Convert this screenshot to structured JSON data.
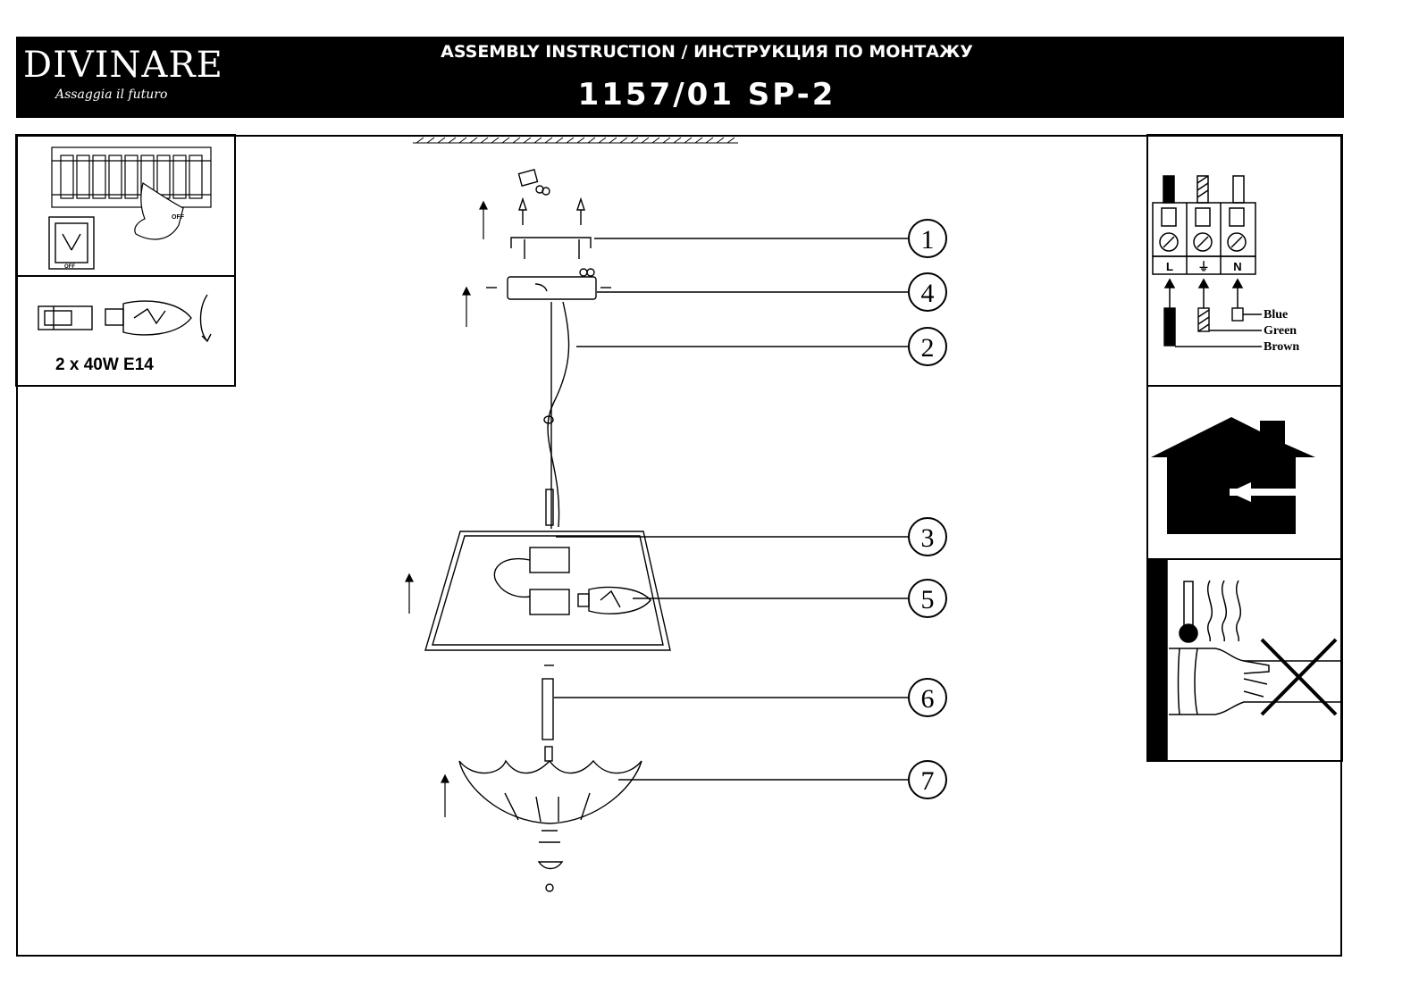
{
  "header": {
    "brand": "DIVINARE",
    "tagline": "Assaggia il futuro",
    "title": "ASSEMBLY INSTRUCTION / ИНСТРУКЦИЯ ПО МОНТАЖУ",
    "model": "1157/01 SP-2"
  },
  "left_panel": {
    "power_off_label": "OFF",
    "switch_off_label": "OFF",
    "bulb_spec": "2 x 40W   E14"
  },
  "callouts": [
    "1",
    "4",
    "2",
    "3",
    "5",
    "6",
    "7"
  ],
  "wiring": {
    "terminals": [
      "L",
      "⏚",
      "N"
    ],
    "wires": [
      "Blue",
      "Green",
      "Brown"
    ]
  }
}
